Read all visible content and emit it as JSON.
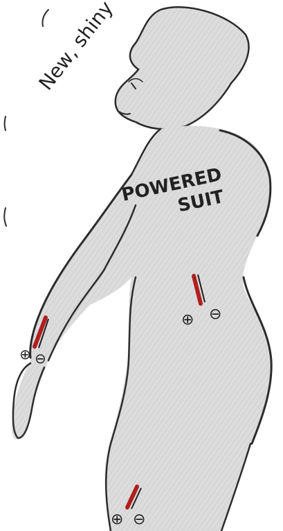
{
  "caption": {
    "text": "New, shiny"
  },
  "suit": {
    "label_line1": "POWERED",
    "label_line2": "SUIT",
    "fill_color": "#dadada",
    "outline_color": "#2b2b2b"
  },
  "electrodes": [
    {
      "location": "forearm",
      "positive": "⊕",
      "negative": "⊖",
      "wire_color": "#b01f1f"
    },
    {
      "location": "waist",
      "positive": "⊕",
      "negative": "⊖",
      "wire_color": "#b01f1f"
    },
    {
      "location": "leg",
      "positive": "⊕",
      "negative": "⊖",
      "wire_color": "#b01f1f"
    }
  ],
  "icons": {
    "figure": "suited-figure-icon",
    "electrode": "electrode-icon"
  }
}
